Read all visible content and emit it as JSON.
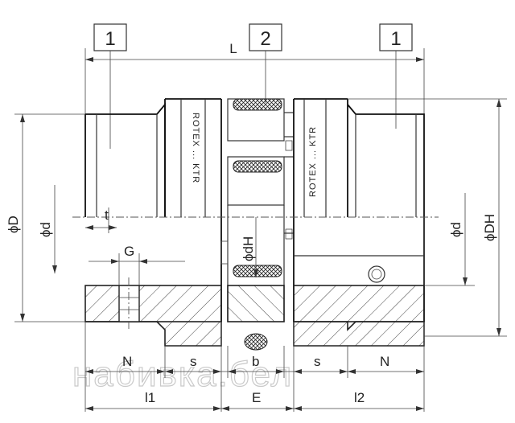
{
  "callouts": {
    "left_hub": "1",
    "spider": "2",
    "right_hub": "1"
  },
  "dimensions": {
    "L": "L",
    "D": "ϕD",
    "d_left": "ϕd",
    "t": "t",
    "G": "G",
    "dH_center": "ϕdH",
    "d_right": "ϕd",
    "DH": "ϕDH",
    "N_left": "N",
    "s_left": "s",
    "b": "b",
    "s_right": "s",
    "N_right": "N",
    "l1": "l1",
    "E": "E",
    "l2": "l2"
  },
  "hub_marking_left": "ROTEX ... KTR",
  "hub_marking_right": "ROTEX ... KTR",
  "watermark": "набивка.бел"
}
